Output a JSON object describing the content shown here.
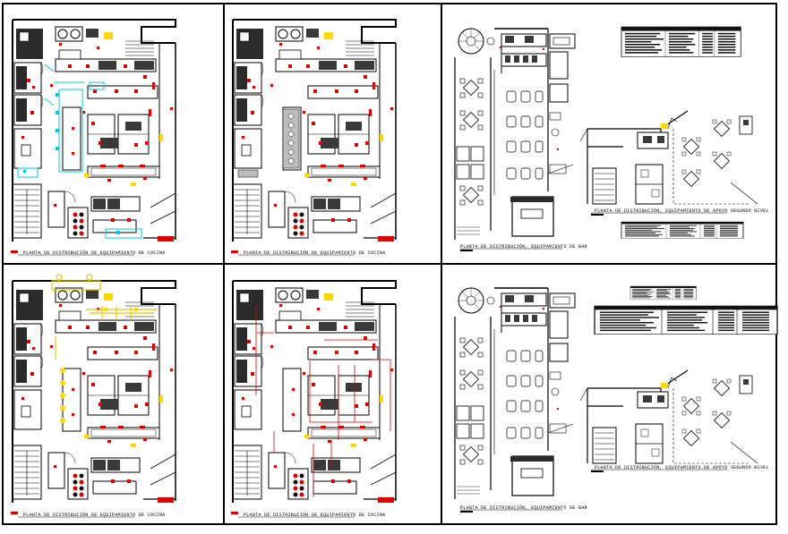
{
  "captions": {
    "kitchen_1": "PLANTA DE DISTRIBUCIÓN DE EQUIPAMIENTO DE COCINA",
    "kitchen_2": "PLANTA DE DISTRIBUCIÓN DE EQUIPAMIENTO DE COCINA",
    "kitchen_3": "PLANTA DE DISTRIBUCIÓN DE EQUIPAMIENTO DE COCINA",
    "kitchen_4": "PLANTA DE DISTRIBUCIÓN DE EQUIPAMIENTO DE COCINA",
    "bar_top": "PLANTA DE DISTRIBUCIÓN, EQUIPAMIENTO DE BAR",
    "bar_bottom": "PLANTA DE DISTRIBUCIÓN, EQUIPAMIENTO DE BAR",
    "second_top": "PLANTA DE DISTRIBUCIÓN, EQUIPAMIENTO DE APOYO SEGUNDO NIVEL",
    "second_bottom": "PLANTA DE DISTRIBUCIÓN, EQUIPAMIENTO DE APOYO SEGUNDO NIVEL"
  },
  "colors": {
    "equipment_marker": "#e00000",
    "accent_yellow": "#ffd800",
    "accent_cyan": "#00c8e8",
    "line": "#000000",
    "background": "#ffffff"
  }
}
